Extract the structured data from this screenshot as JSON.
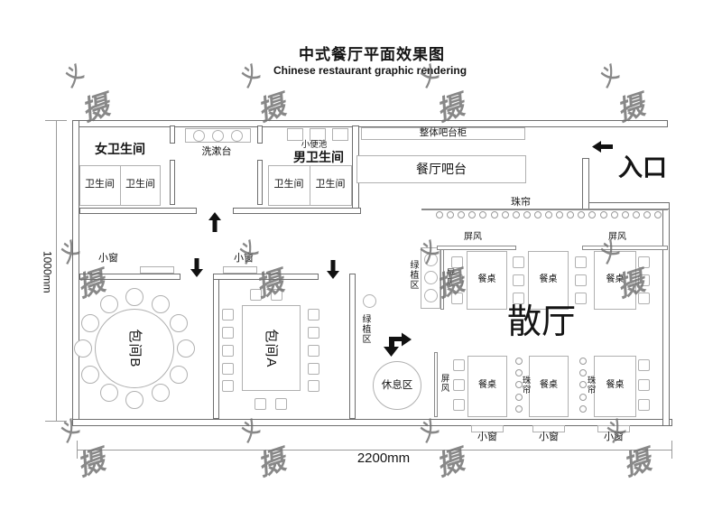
{
  "title": {
    "zh": "中式餐厅平面效果图",
    "en": "Chinese restaurant graphic rendering"
  },
  "dims": {
    "vertical": "1000mm",
    "horizontal": "2200mm"
  },
  "labels": {
    "women_restroom": "女卫生间",
    "men_restroom": "男卫生间",
    "toilet_stall": "卫生间",
    "washstand": "洗漱台",
    "urinal": "小便池",
    "bar_cabinet": "整体吧台柜",
    "bar_counter": "餐厅吧台",
    "entrance": "入口",
    "bead_curtain": "珠帘",
    "screen": "屏风",
    "dining_table": "餐桌",
    "green_area": "绿植区",
    "open_hall": "散厅",
    "rest_area": "休息区",
    "room_a": "包间A",
    "room_b": "包间B",
    "small_window": "小窗"
  },
  "watermark": {
    "char_top": "义",
    "char_bottom": "摄"
  },
  "colors": {
    "wall": "#6e6e6e",
    "furniture": "#b0b0b0",
    "text": "#141414",
    "arrow": "#111111",
    "watermark": "#6f6f6f"
  }
}
